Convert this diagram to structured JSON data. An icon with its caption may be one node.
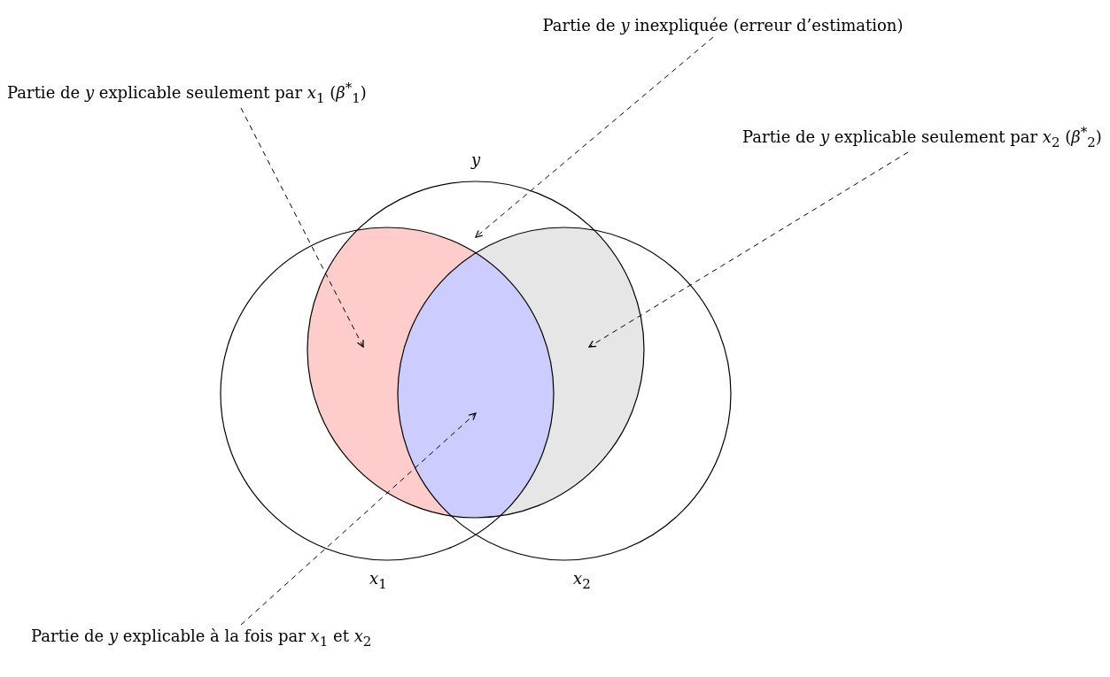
{
  "diagram": {
    "nodes": [
      {
        "text": [
          "y"
        ]
      },
      {
        "text": [
          "*x*$_{1}$"
        ]
      },
      {
        "text": [
          "*x*$_{2}$"
        ]
      },
      {
        "text": [
          "Partie de *y* inexpliquée (erreur d’estimation)"
        ]
      },
      {
        "text": [
          "Partie de *y* explicable seulement par *x*$_{1}$ (*β*$^{*}$$_{1}$)"
        ]
      },
      {
        "text": [
          "Partie de *y* explicable seulement par *x*$_{2}$ (*β*$^{*}$$_{2}$)"
        ]
      },
      {
        "text": [
          "Partie de *y* explicable à la fois par *x*$_{1}$ et *x*$_{2}$"
        ]
      },
      {
        "text": [],
        "shape": "crescent"
      },
      {
        "text": [],
        "shape": "crescent"
      },
      {
        "text": [],
        "shape": "lens"
      }
    ],
    "edges": [
      {
        "from": 3,
        "to": 0,
        "arrow": "to",
        "style": "dashed"
      },
      {
        "from": 4,
        "to": 7,
        "arrow": "to",
        "style": "dashed"
      },
      {
        "from": 5,
        "to": 8,
        "arrow": "to",
        "style": "dashed"
      },
      {
        "from": 6,
        "to": 9,
        "arrow": "to",
        "style": "dashed"
      }
    ]
  }
}
